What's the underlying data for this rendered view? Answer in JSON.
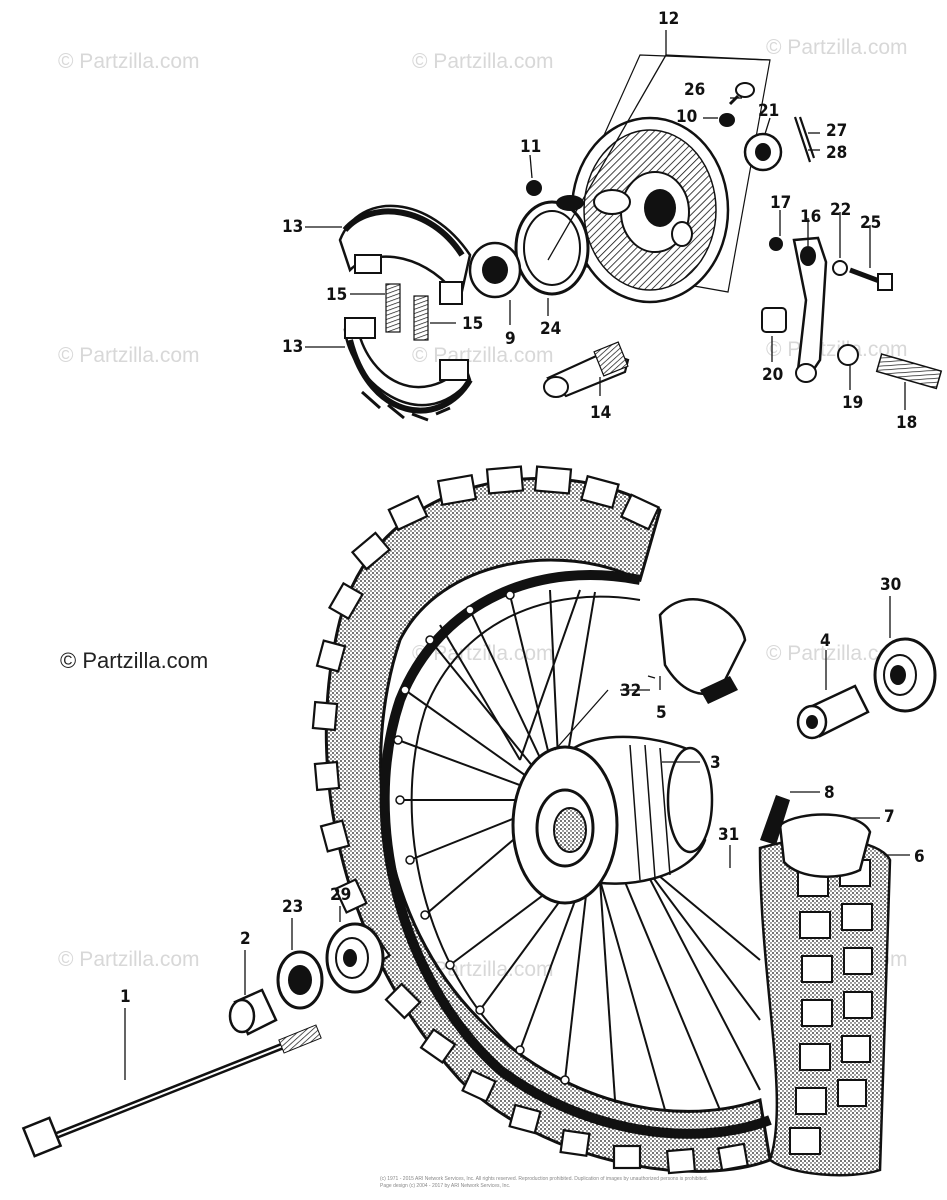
{
  "watermark": "© Partzilla.com",
  "callouts": [
    "1",
    "2",
    "3",
    "4",
    "5",
    "6",
    "7",
    "8",
    "9",
    "10",
    "11",
    "12",
    "13",
    "13",
    "14",
    "15",
    "15",
    "16",
    "17",
    "18",
    "19",
    "20",
    "21",
    "22",
    "23",
    "24",
    "25",
    "26",
    "27",
    "28",
    "29",
    "30",
    "31",
    "32"
  ],
  "footer": {
    "line1": "(c) 1971 - 2015 ARI Network Services, Inc. All rights reserved. Reproduction prohibited. Duplication of images by unauthorized persons is prohibited.",
    "line2": "Page design (c) 2004 - 2017 by ARI Network Services, Inc."
  }
}
